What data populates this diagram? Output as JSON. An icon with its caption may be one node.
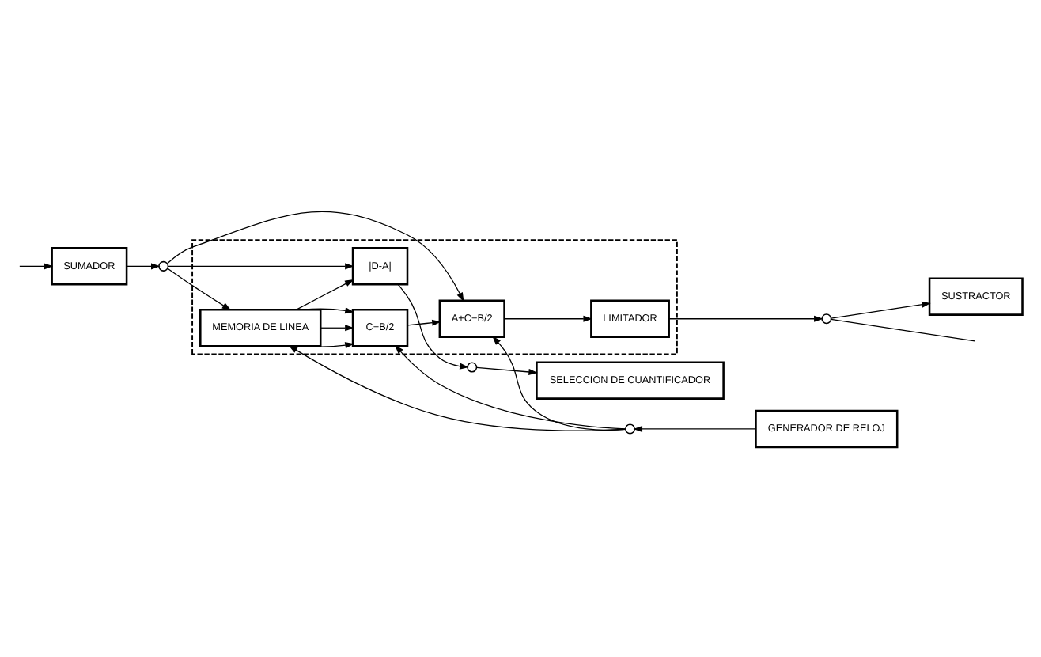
{
  "diagram": {
    "nodes": [
      {
        "text": [
          "SUMADOR"
        ]
      },
      {
        "text": [],
        "shape": "circle"
      },
      {
        "text": [],
        "shape": "box"
      },
      {
        "text": [
          "MEMORIA DE LINEA"
        ],
        "in": 2
      },
      {
        "text": [
          "|D-A|"
        ],
        "in": 2
      },
      {
        "text": [],
        "shape": "circle"
      },
      {
        "text": [
          "SELECCION DE CUANTIFICADOR"
        ]
      },
      {
        "text": [
          "C−B/2"
        ],
        "in": 2
      },
      {
        "text": [],
        "shape": "circle"
      },
      {
        "text": [
          "GENERADOR DE RELOJ"
        ]
      },
      {
        "text": [
          "A+C−B/2"
        ],
        "in": 2
      },
      {
        "text": [
          "LIMITADOR"
        ],
        "in": 2
      },
      {
        "text": [],
        "shape": "circle"
      },
      {
        "text": [
          "SUSTRACTOR"
        ]
      }
    ],
    "edges": [
      {
        "from": 0,
        "to": 1,
        "arrow": "to"
      },
      {
        "from": 1,
        "to": 3,
        "arrow": "to"
      },
      {
        "from": 1,
        "to": 4,
        "arrow": "to"
      },
      {
        "from": 1,
        "to": 10,
        "arrow": "to"
      },
      {
        "from": 3,
        "to": 4,
        "arrow": "to"
      },
      {
        "from": 3,
        "to": 7,
        "arrow": "to"
      },
      {
        "from": 3,
        "to": 7,
        "arrow": "to"
      },
      {
        "from": 3,
        "to": 7,
        "arrow": "to"
      },
      {
        "from": 4,
        "to": 5,
        "arrow": "to"
      },
      {
        "from": 5,
        "to": 6,
        "arrow": "to"
      },
      {
        "from": 9,
        "to": 8,
        "arrow": "to"
      },
      {
        "from": 8,
        "to": 7,
        "arrow": "to"
      },
      {
        "from": 8,
        "to": 3,
        "arrow": "to"
      },
      {
        "from": 8,
        "to": 10,
        "arrow": "to"
      },
      {
        "from": 7,
        "to": 10,
        "arrow": "to"
      },
      {
        "from": 10,
        "to": 11,
        "arrow": "to"
      },
      {
        "from": 11,
        "to": 12,
        "arrow": "to"
      },
      {
        "from": 12,
        "to": 13,
        "arrow": "to"
      },
      {
        "from": 12,
        "to": null,
        "arrow": "none"
      },
      {
        "from": null,
        "to": 0,
        "arrow": "to"
      }
    ]
  }
}
